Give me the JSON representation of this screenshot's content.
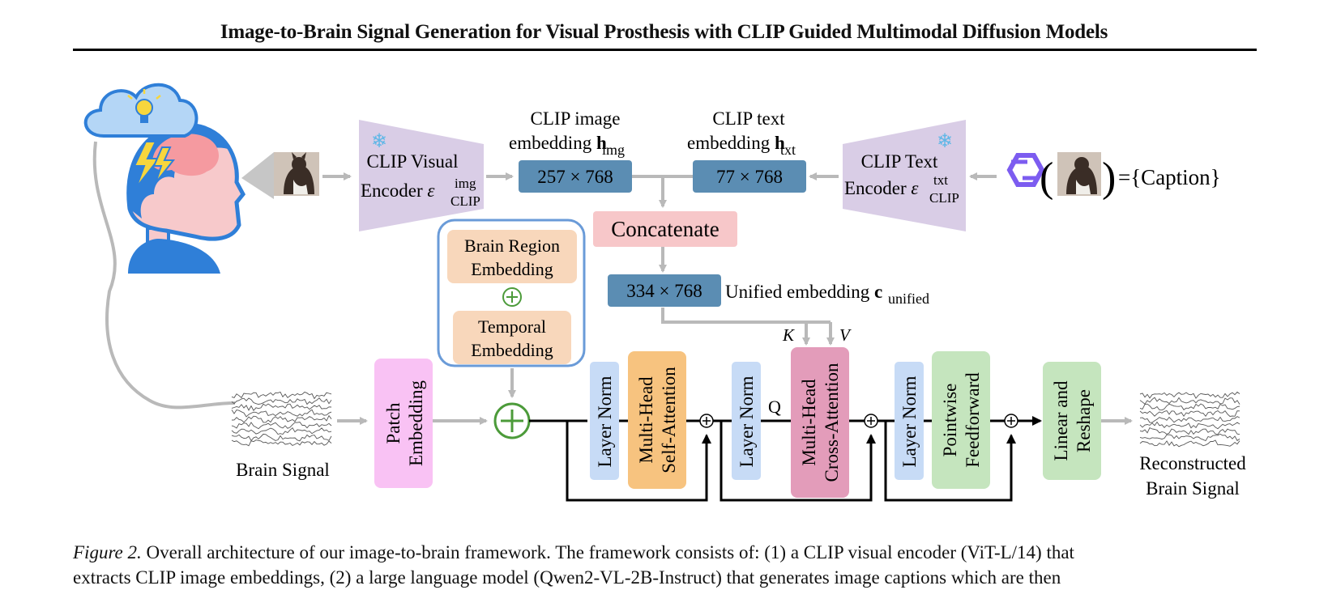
{
  "page": {
    "title": "Image-to-Brain Signal Generation for Visual Prosthesis with CLIP Guided Multimodal Diffusion Models"
  },
  "diagram": {
    "clip_visual_encoder": {
      "line1": "CLIP Visual",
      "line2": "Encoder ",
      "symbol": "ε",
      "sup": "img",
      "sub": "CLIP"
    },
    "clip_text_encoder": {
      "line1": "CLIP Text",
      "line2": "Encoder ",
      "symbol": "ε",
      "sup": "txt",
      "sub": "CLIP"
    },
    "image_embedding": {
      "label1": "CLIP image",
      "label2": "embedding ",
      "symbol": "h",
      "sub": "img",
      "shape": "257 × 768"
    },
    "text_embedding": {
      "label1": "CLIP text",
      "label2": "embedding ",
      "symbol": "h",
      "sub": "txt",
      "shape": "77 × 768"
    },
    "caption_formula": {
      "open": "(",
      "close": ")",
      "rest": "={Caption}"
    },
    "concatenate": "Concatenate",
    "unified_embedding": {
      "shape": "334 × 768",
      "label": "Unified embedding ",
      "symbol": "c",
      "sub": "unified"
    },
    "brain_region_embedding": {
      "line1": "Brain Region",
      "line2": "Embedding"
    },
    "temporal_embedding": {
      "line1": "Temporal",
      "line2": "Embedding"
    },
    "patch_embedding": {
      "line1": "Patch",
      "line2": "Embedding"
    },
    "layer_norm": "Layer Norm",
    "self_attention": {
      "line1": "Multi-Head",
      "line2": "Self-Attention"
    },
    "cross_attention": {
      "line1": "Multi-Head",
      "line2": "Cross-Attention"
    },
    "feedforward": {
      "line1": "Pointwise",
      "line2": "Feedforward"
    },
    "linear_reshape": {
      "line1": "Linear and",
      "line2": "Reshape"
    },
    "brain_signal": "Brain Signal",
    "reconstructed": {
      "line1": "Reconstructed",
      "line2": "Brain Signal"
    },
    "q_label": "Q",
    "k_label": "K",
    "v_label": "V",
    "colors": {
      "encoder": "#d9cde6",
      "embed_box": "#5b8db3",
      "concat": "#f7c7c9",
      "patch": "#f9c2f4",
      "layer_norm": "#c7dbf6",
      "self_attn": "#f7c37f",
      "cross_attn": "#e39cba",
      "feedforward": "#c5e5be",
      "linear": "#c5e5be",
      "embed_panel": "#f8d7bb",
      "panel_border": "#6a9bd8",
      "arrow_grey": "#b9b9b9",
      "plus_green": "#4c9b3a"
    }
  },
  "caption": {
    "label": "Figure 2.",
    "line1": " Overall architecture of our image-to-brain framework. The framework consists of: (1) a CLIP visual encoder (ViT-L/14) that",
    "line2": "extracts CLIP image embeddings, (2) a large language model (Qwen2-VL-2B-Instruct) that generates image captions which are then"
  }
}
